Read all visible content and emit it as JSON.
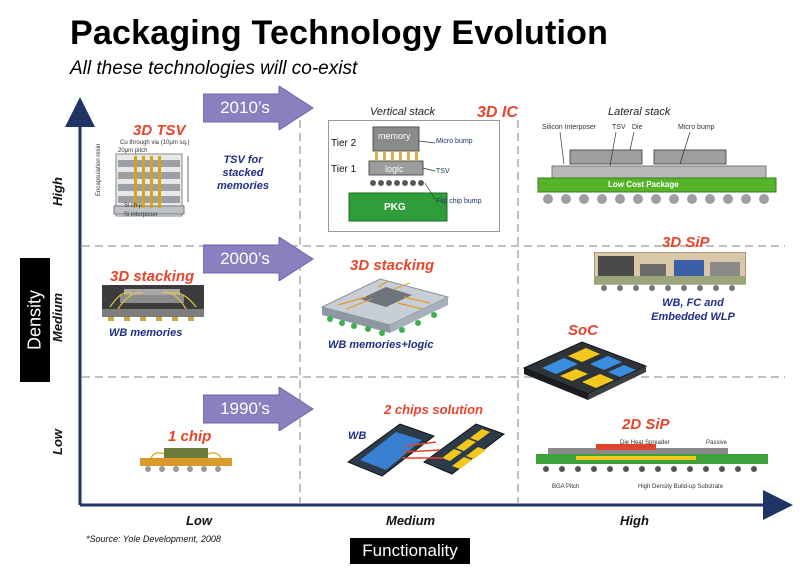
{
  "title": "Packaging Technology Evolution",
  "subtitle": "All these technologies will co-exist",
  "axes": {
    "y_label": "Density",
    "x_label": "Functionality",
    "y_ticks": [
      "High",
      "Medium",
      "Low"
    ],
    "x_ticks": [
      "Low",
      "Medium",
      "High"
    ]
  },
  "eras": {
    "e2010": "2010’s",
    "e2000": "2000’s",
    "e1990": "1990’s"
  },
  "row_high": {
    "tsv_title": "3D TSV",
    "tsv_desc": "TSV for stacked memories",
    "tsv_cap1": "Cu through via (10μm sq.)",
    "tsv_cap2": "20μm pitch",
    "tsv_cap3": "Si chip",
    "tsv_cap4": "Si interposer",
    "tsv_cap5": "Encapsulation resin",
    "vertical_title": "Vertical stack",
    "tier2": "Tier 2",
    "tier1": "Tier 1",
    "memory": "memory",
    "logic": "logic",
    "pkg": "PKG",
    "micro_bump": "Micro bump",
    "tsv": "TSV",
    "flip_chip_bump": "Flip chip bump",
    "ic3d": "3D IC",
    "lateral_title": "Lateral stack",
    "si_interposer": "Silicon Interposer",
    "tsv2": "TSV",
    "die": "Die",
    "micro_bump2": "Micro bump",
    "low_cost_pkg": "Low Cost Package"
  },
  "row_medium": {
    "stack1_title": "3D stacking",
    "stack1_desc": "WB memories",
    "stack2_title": "3D stacking",
    "stack2_desc": "WB memories+logic",
    "sip3d_title": "3D SiP",
    "sip3d_desc": "WB, FC and Embedded WLP",
    "soc_title": "SoC"
  },
  "row_low": {
    "chip1_title": "1 chip",
    "two_chip_title": "2 chips solution",
    "wb": "WB",
    "sip2d_title": "2D SiP",
    "sip2d_bga": "BGA Pitch",
    "sip2d_sub": "High Density Build-up Substrate",
    "sip2d_heat": "Die Heat Spreader",
    "sip2d_passive": "Passive"
  },
  "source": "*Source: Yole Development, 2008",
  "colors": {
    "axis": "#1f3566",
    "era_arrow": "#8c7fbf",
    "red_label": "#e8442a",
    "blue_label": "#1f2f86"
  }
}
